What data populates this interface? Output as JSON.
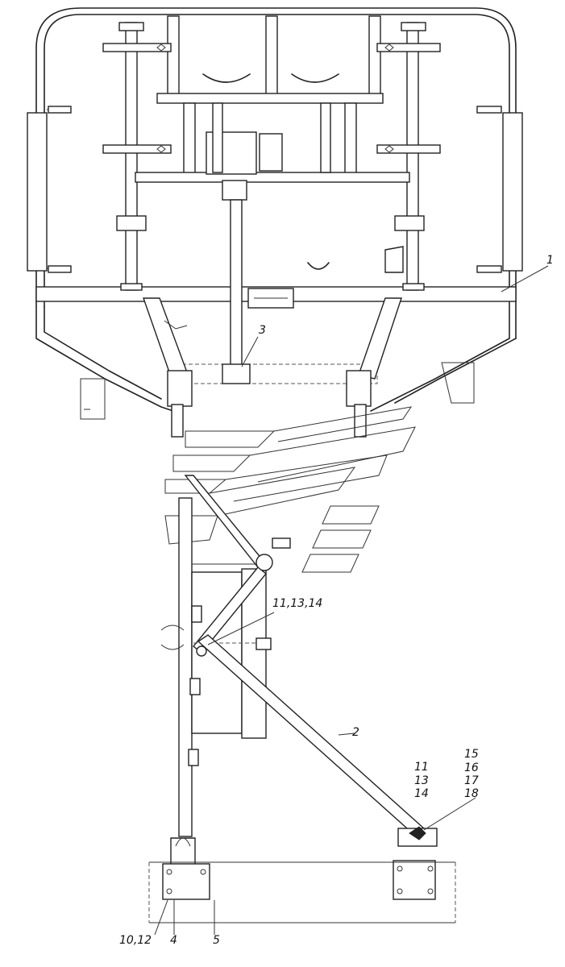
{
  "callouts": {
    "c1": "1",
    "c2": "2",
    "c3": "3",
    "c11_13_14_upper": "11,13,14",
    "c11": "11",
    "c13": "13",
    "c14": "14",
    "c15": "15",
    "c16": "16",
    "c17": "17",
    "c18": "18",
    "c10_12": "10,12",
    "c4": "4",
    "c5": "5"
  }
}
